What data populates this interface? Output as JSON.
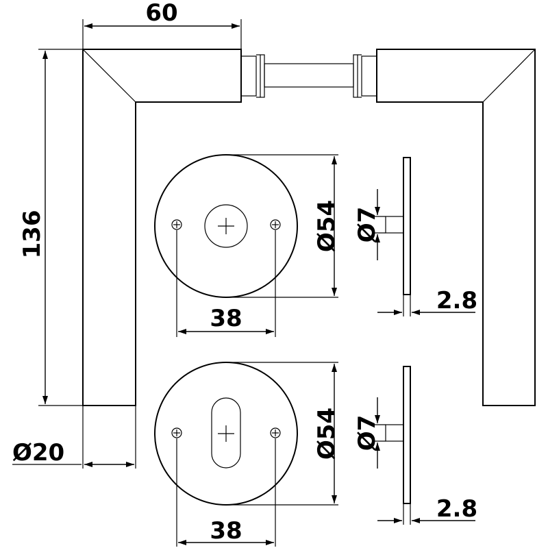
{
  "drawing": {
    "labels": {
      "handle_width": "60",
      "handle_height": "136",
      "handle_diameter": "Ø20",
      "rose_diameter_top": "Ø54",
      "rose_diameter_bottom": "Ø54",
      "screw_spacing_top": "38",
      "screw_spacing_bottom": "38",
      "spindle_diameter_top": "Ø7",
      "spindle_diameter_bottom": "Ø7",
      "rose_thickness_top": "2.8",
      "rose_thickness_bottom": "2.8"
    },
    "colors": {
      "line": "#000000",
      "background": "#ffffff"
    }
  }
}
